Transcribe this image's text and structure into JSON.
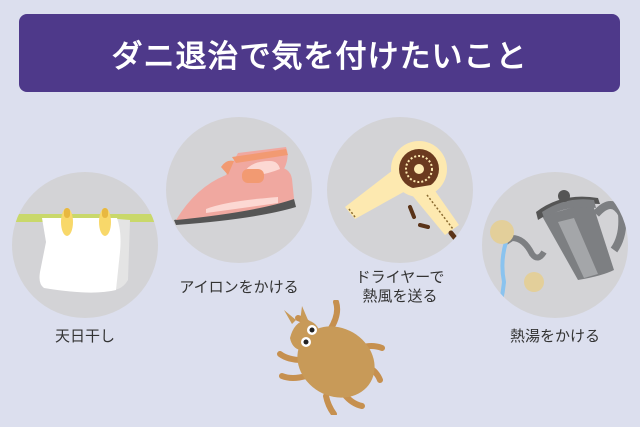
{
  "banner": {
    "title": "ダニ退治で気を付けたいこと",
    "background": "#4e398a"
  },
  "items": [
    {
      "label": "天日干し",
      "icon": "sun-drying-towel-icon"
    },
    {
      "label": "アイロンをかける",
      "icon": "iron-icon"
    },
    {
      "label_line1": "ドライヤーで",
      "label_line2": "熱風を送る",
      "icon": "hair-dryer-icon"
    },
    {
      "label": "熱湯をかける",
      "icon": "kettle-pouring-icon"
    }
  ],
  "mascot": {
    "icon": "dust-mite-icon"
  },
  "colors": {
    "page_background": "#dcdfee",
    "circle_background": "#d3d3d6",
    "text": "#333333"
  }
}
